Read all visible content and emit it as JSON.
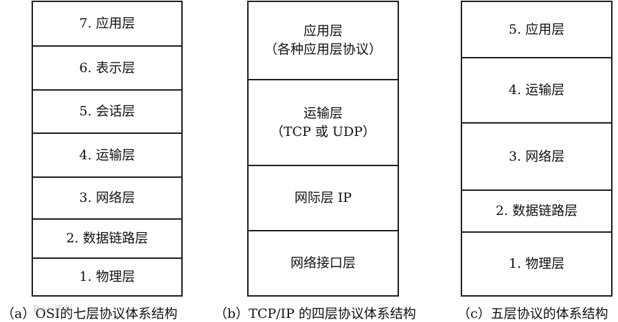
{
  "diagrams": {
    "osi": {
      "layers": [
        "7. 应用层",
        "6. 表示层",
        "5. 会话层",
        "4. 运输层",
        "3. 网络层",
        "2. 数据链路层",
        "1. 物理层"
      ],
      "caption": "（a）OSI的七层协议体系结构"
    },
    "tcpip": {
      "layers": [
        "应用层\n（各种应用层协议）",
        "运输层\n（TCP 或 UDP）",
        "网际层 IP",
        "网络接口层"
      ],
      "caption": "（b）TCP/IP 的四层协议体系结构"
    },
    "five": {
      "layers": [
        "5. 应用层",
        "4. 运输层",
        "3. 网络层",
        "2. 数据链路层",
        "1. 物理层"
      ],
      "caption": "（c）五层协议的体系结构"
    }
  },
  "watermark": "Bai 百科"
}
